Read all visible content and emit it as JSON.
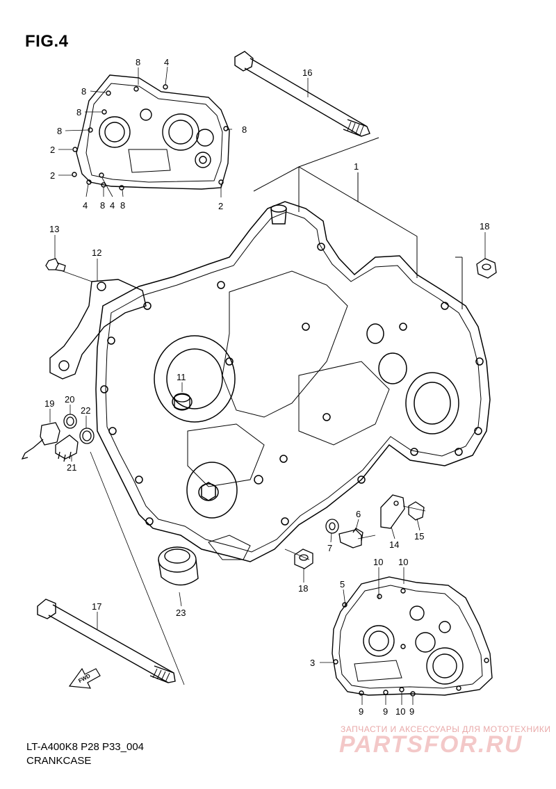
{
  "figure": {
    "title": "FIG.4"
  },
  "footer": {
    "model_code": "LT-A400K8 P28 P33_004",
    "part_name": "CRANKCASE"
  },
  "fwd_label": "FWD",
  "watermark": {
    "tagline": "ЗАПЧАСТИ И АКСЕССУАРЫ ДЛЯ МОТОТЕХНИКИ",
    "logo": "PARTSFOR.RU"
  },
  "callouts": [
    {
      "key": "top-8a",
      "label": "8"
    },
    {
      "key": "top-4a",
      "label": "4"
    },
    {
      "key": "top-8b",
      "label": "8"
    },
    {
      "key": "top-8c",
      "label": "8"
    },
    {
      "key": "top-8d",
      "label": "8"
    },
    {
      "key": "top-8e",
      "label": "8"
    },
    {
      "key": "top-2a",
      "label": "2"
    },
    {
      "key": "top-2b",
      "label": "2"
    },
    {
      "key": "top-4b",
      "label": "4"
    },
    {
      "key": "top-8f",
      "label": "8"
    },
    {
      "key": "top-4c",
      "label": "4"
    },
    {
      "key": "top-8g",
      "label": "8"
    },
    {
      "key": "top-2c",
      "label": "2"
    },
    {
      "key": "c16",
      "label": "16"
    },
    {
      "key": "c1",
      "label": "1"
    },
    {
      "key": "c13",
      "label": "13"
    },
    {
      "key": "c12",
      "label": "12"
    },
    {
      "key": "c18a",
      "label": "18"
    },
    {
      "key": "c11",
      "label": "11"
    },
    {
      "key": "c19",
      "label": "19"
    },
    {
      "key": "c20",
      "label": "20"
    },
    {
      "key": "c22",
      "label": "22"
    },
    {
      "key": "c21",
      "label": "21"
    },
    {
      "key": "c6",
      "label": "6"
    },
    {
      "key": "c7",
      "label": "7"
    },
    {
      "key": "c14",
      "label": "14"
    },
    {
      "key": "c15",
      "label": "15"
    },
    {
      "key": "c18b",
      "label": "18"
    },
    {
      "key": "c23",
      "label": "23"
    },
    {
      "key": "c17",
      "label": "17"
    },
    {
      "key": "c10a",
      "label": "10"
    },
    {
      "key": "c10b",
      "label": "10"
    },
    {
      "key": "c5",
      "label": "5"
    },
    {
      "key": "c3",
      "label": "3"
    },
    {
      "key": "c9a",
      "label": "9"
    },
    {
      "key": "c9b",
      "label": "9"
    },
    {
      "key": "c10c",
      "label": "10"
    },
    {
      "key": "c9c",
      "label": "9"
    }
  ]
}
